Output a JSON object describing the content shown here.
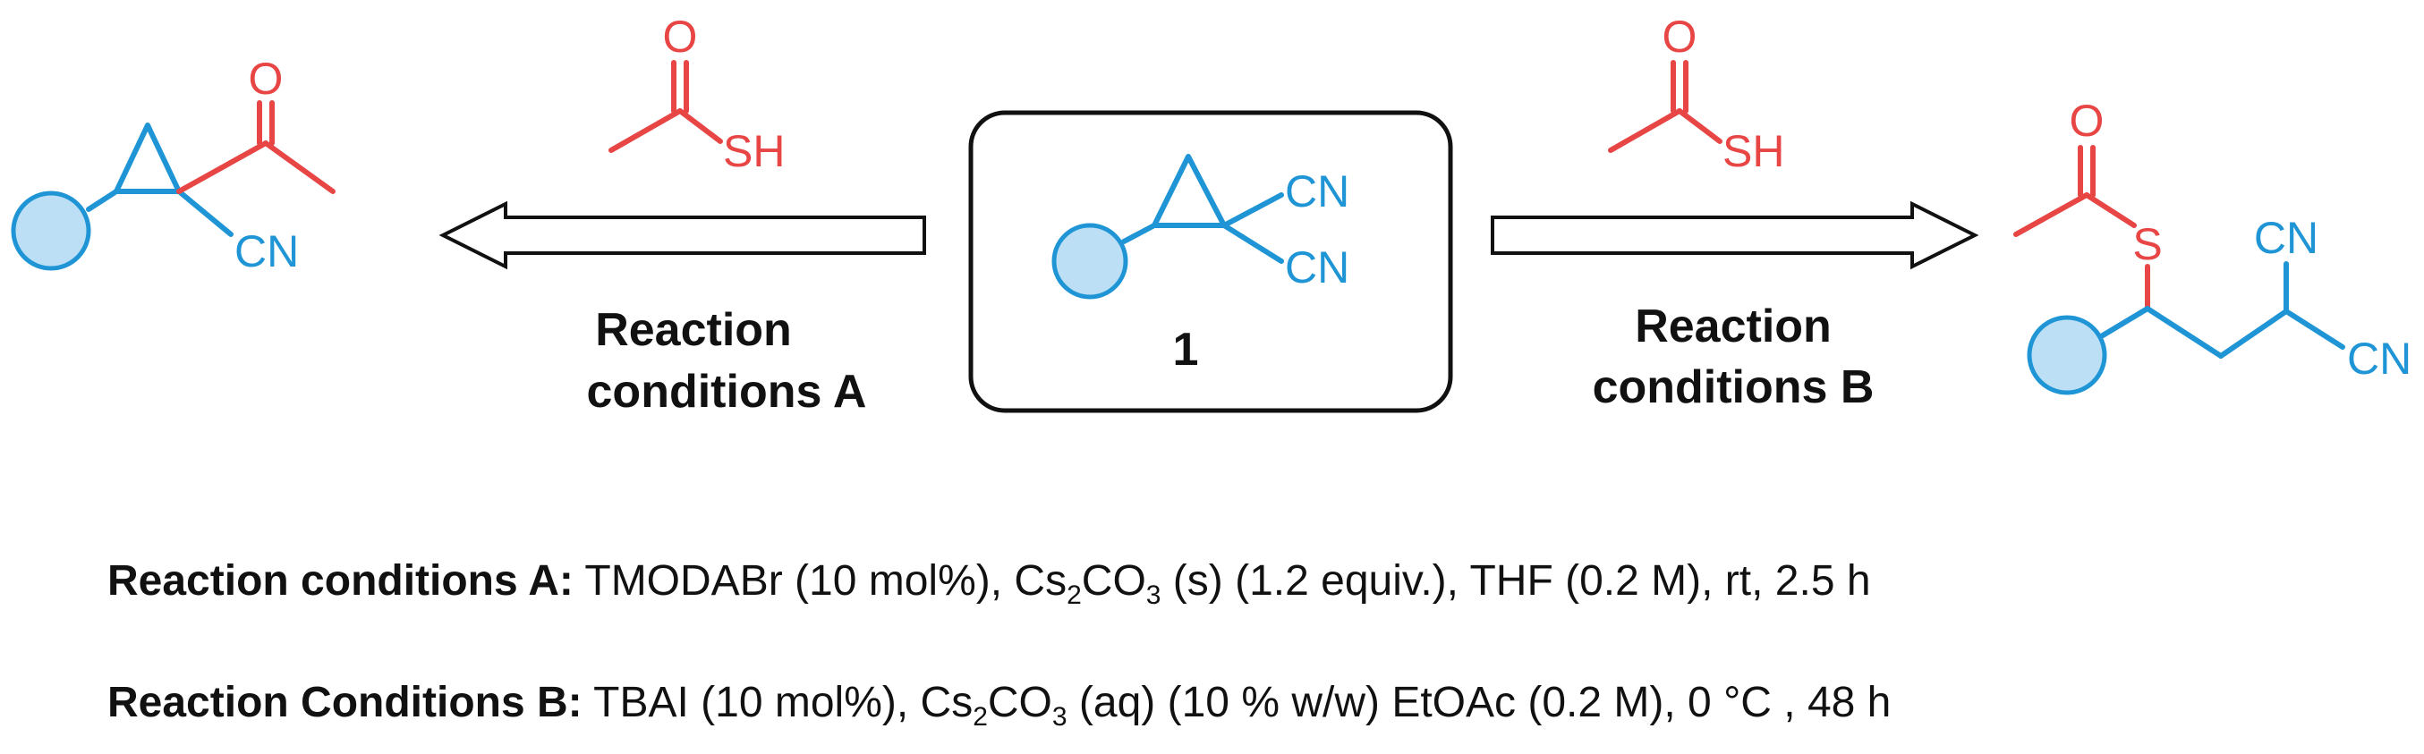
{
  "colors": {
    "blue": "#1f95d6",
    "red": "#e84545",
    "circle_fill": "#bcdff5",
    "black": "#111111"
  },
  "center": {
    "label": "1",
    "group_top": "CN",
    "group_bottom": "CN"
  },
  "reagent_left": {
    "sh": "SH",
    "o": "O"
  },
  "reagent_right": {
    "sh": "SH",
    "o": "O"
  },
  "product_a": {
    "o": "O",
    "cn": "CN"
  },
  "product_b": {
    "o": "O",
    "s": "S",
    "cn_top": "CN",
    "cn_bottom": "CN"
  },
  "arrow_left": {
    "line1": "Reaction",
    "line2": "conditions A"
  },
  "arrow_right": {
    "line1": "Reaction",
    "line2": "conditions B"
  },
  "conditions": {
    "a_label": "Reaction conditions A:",
    "a_pre": " TMODABr (10 mol%), Cs",
    "a_sub1": "2",
    "a_mid": "CO",
    "a_sub2": "3",
    "a_post": " (s) (1.2 equiv.),  THF (0.2 M), rt, 2.5 h",
    "b_label": "Reaction Conditions B:",
    "b_pre": " TBAI (10 mol%), Cs",
    "b_sub1": "2",
    "b_mid": "CO",
    "b_sub2": "3",
    "b_post": " (aq) (10 % w/w) EtOAc (0.2 M), 0 °C , 48 h"
  }
}
